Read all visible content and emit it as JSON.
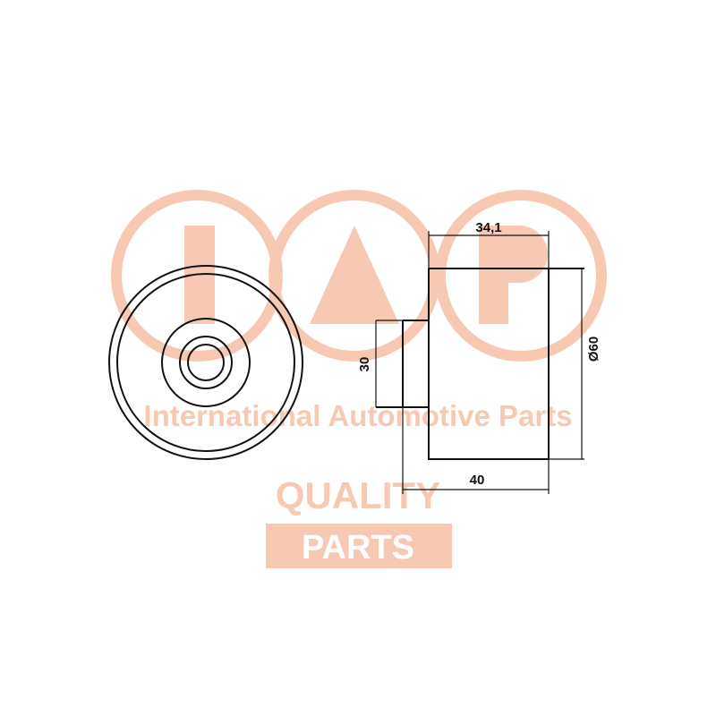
{
  "watermark": {
    "logo": "IAP",
    "tagline": "International Automotive Parts",
    "quality": "QUALITY",
    "parts": "PARTS",
    "color": "#f8c9b2"
  },
  "dimensions": {
    "width_top": "34,1",
    "hub_diameter": "30",
    "outer_diameter": "Ø60",
    "total_width": "40"
  }
}
